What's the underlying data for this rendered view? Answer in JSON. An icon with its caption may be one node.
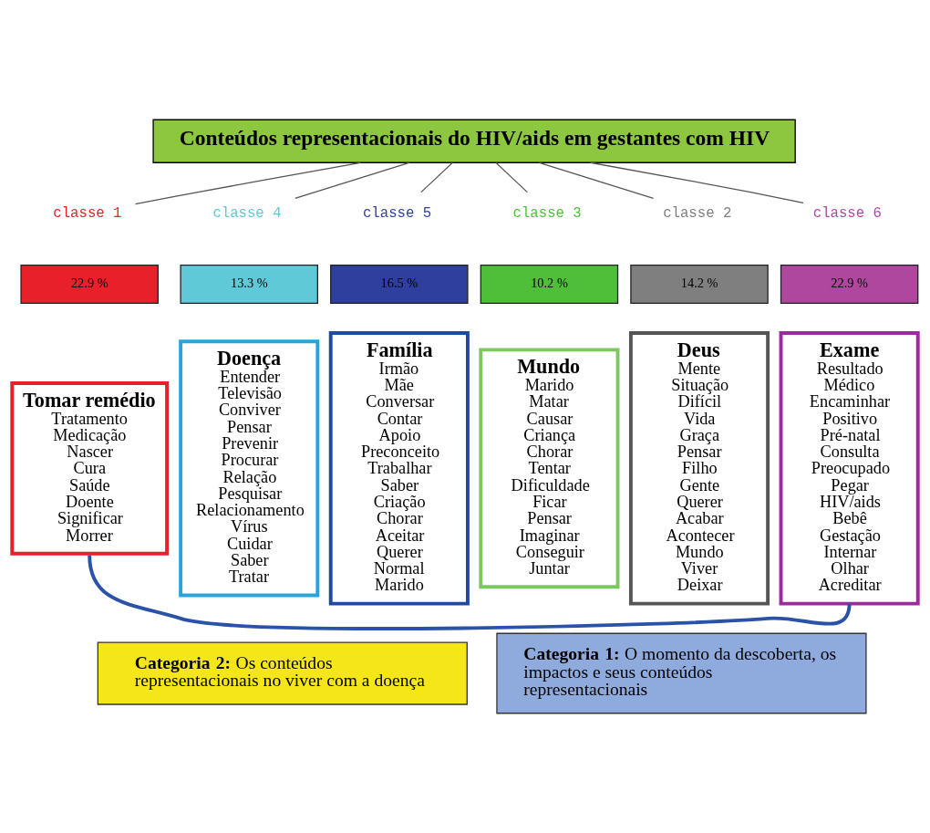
{
  "diagram": {
    "nodes": [
      {
        "text": [
          "Conteúdos representacionais do HIV/aids em gestantes com HIV"
        ]
      },
      {
        "text": [
          "classe 1"
        ]
      },
      {
        "text": [
          "classe 4"
        ]
      },
      {
        "text": [
          "classe 5"
        ]
      },
      {
        "text": [
          "classe 3"
        ]
      },
      {
        "text": [
          "classe 2"
        ]
      },
      {
        "text": [
          "classe 6"
        ]
      },
      {
        "text": [
          "22.9 %"
        ]
      },
      {
        "text": [
          "13.3 %"
        ]
      },
      {
        "text": [
          "16.5 %"
        ]
      },
      {
        "text": [
          "10.2 %"
        ]
      },
      {
        "text": [
          "14.2 %"
        ]
      },
      {
        "text": [
          "22.9 %"
        ]
      },
      {
        "text": [
          "Tomar remédio",
          "Tratamento",
          "Medicação",
          "Nascer",
          "Cura",
          "Saúde",
          "Doente",
          "Significar",
          "Morrer"
        ]
      },
      {
        "text": [
          "Doença",
          "Entender",
          "Televisão",
          "Conviver",
          "Pensar",
          "Prevenir",
          "Procurar",
          "Relação",
          "Pesquisar",
          "Relacionamento",
          "Vírus",
          "Cuidar",
          "Saber",
          "Tratar"
        ]
      },
      {
        "text": [
          "Família",
          "Irmão",
          "Mãe",
          "Conversar",
          "Contar",
          "Apoio",
          "Preconceito",
          "Trabalhar",
          "Saber",
          "Criação",
          "Chorar",
          "Aceitar",
          "Querer",
          "Normal",
          "Marido"
        ]
      },
      {
        "text": [
          "Mundo",
          "Marido",
          "Matar",
          "Causar",
          "Criança",
          "Chorar",
          "Tentar",
          "Dificuldade",
          "Ficar",
          "Pensar",
          "Imaginar",
          "Conseguir",
          "Juntar"
        ]
      },
      {
        "text": [
          "Deus",
          "Mente",
          "Situação",
          "Difícil",
          "Vida",
          "Graça",
          "Pensar",
          "Filho",
          "Gente",
          "Querer",
          "Acabar",
          "Acontecer",
          "Mundo",
          "Viver",
          "Deixar"
        ]
      },
      {
        "text": [
          "Exame",
          "Resultado",
          "Médico",
          "Encaminhar",
          "Positivo",
          "Pré-natal",
          "Consulta",
          "Preocupado",
          "Pegar",
          "HIV/aids",
          "Bebê",
          "Gestação",
          "Internar",
          "Olhar",
          "Acreditar"
        ]
      },
      {
        "text": [
          "**Categoria 2:** Os conteúdos representacionais no viver com a doença"
        ]
      },
      {
        "text": [
          "**Categoria 1:** O momento da descoberta, os impactos e seus conteúdos representacionais"
        ]
      }
    ],
    "edges": [
      {
        "from": 0,
        "to": 1,
        "arrow": "none"
      },
      {
        "from": 0,
        "to": 2,
        "arrow": "none"
      },
      {
        "from": 0,
        "to": 3,
        "arrow": "none"
      },
      {
        "from": 0,
        "to": 4,
        "arrow": "none"
      },
      {
        "from": 0,
        "to": 5,
        "arrow": "none"
      },
      {
        "from": 0,
        "to": 6,
        "arrow": "none"
      },
      {
        "from": 13,
        "to": 18,
        "arrow": "none",
        "style": "thick",
        "color": "#2a52a8"
      }
    ]
  }
}
